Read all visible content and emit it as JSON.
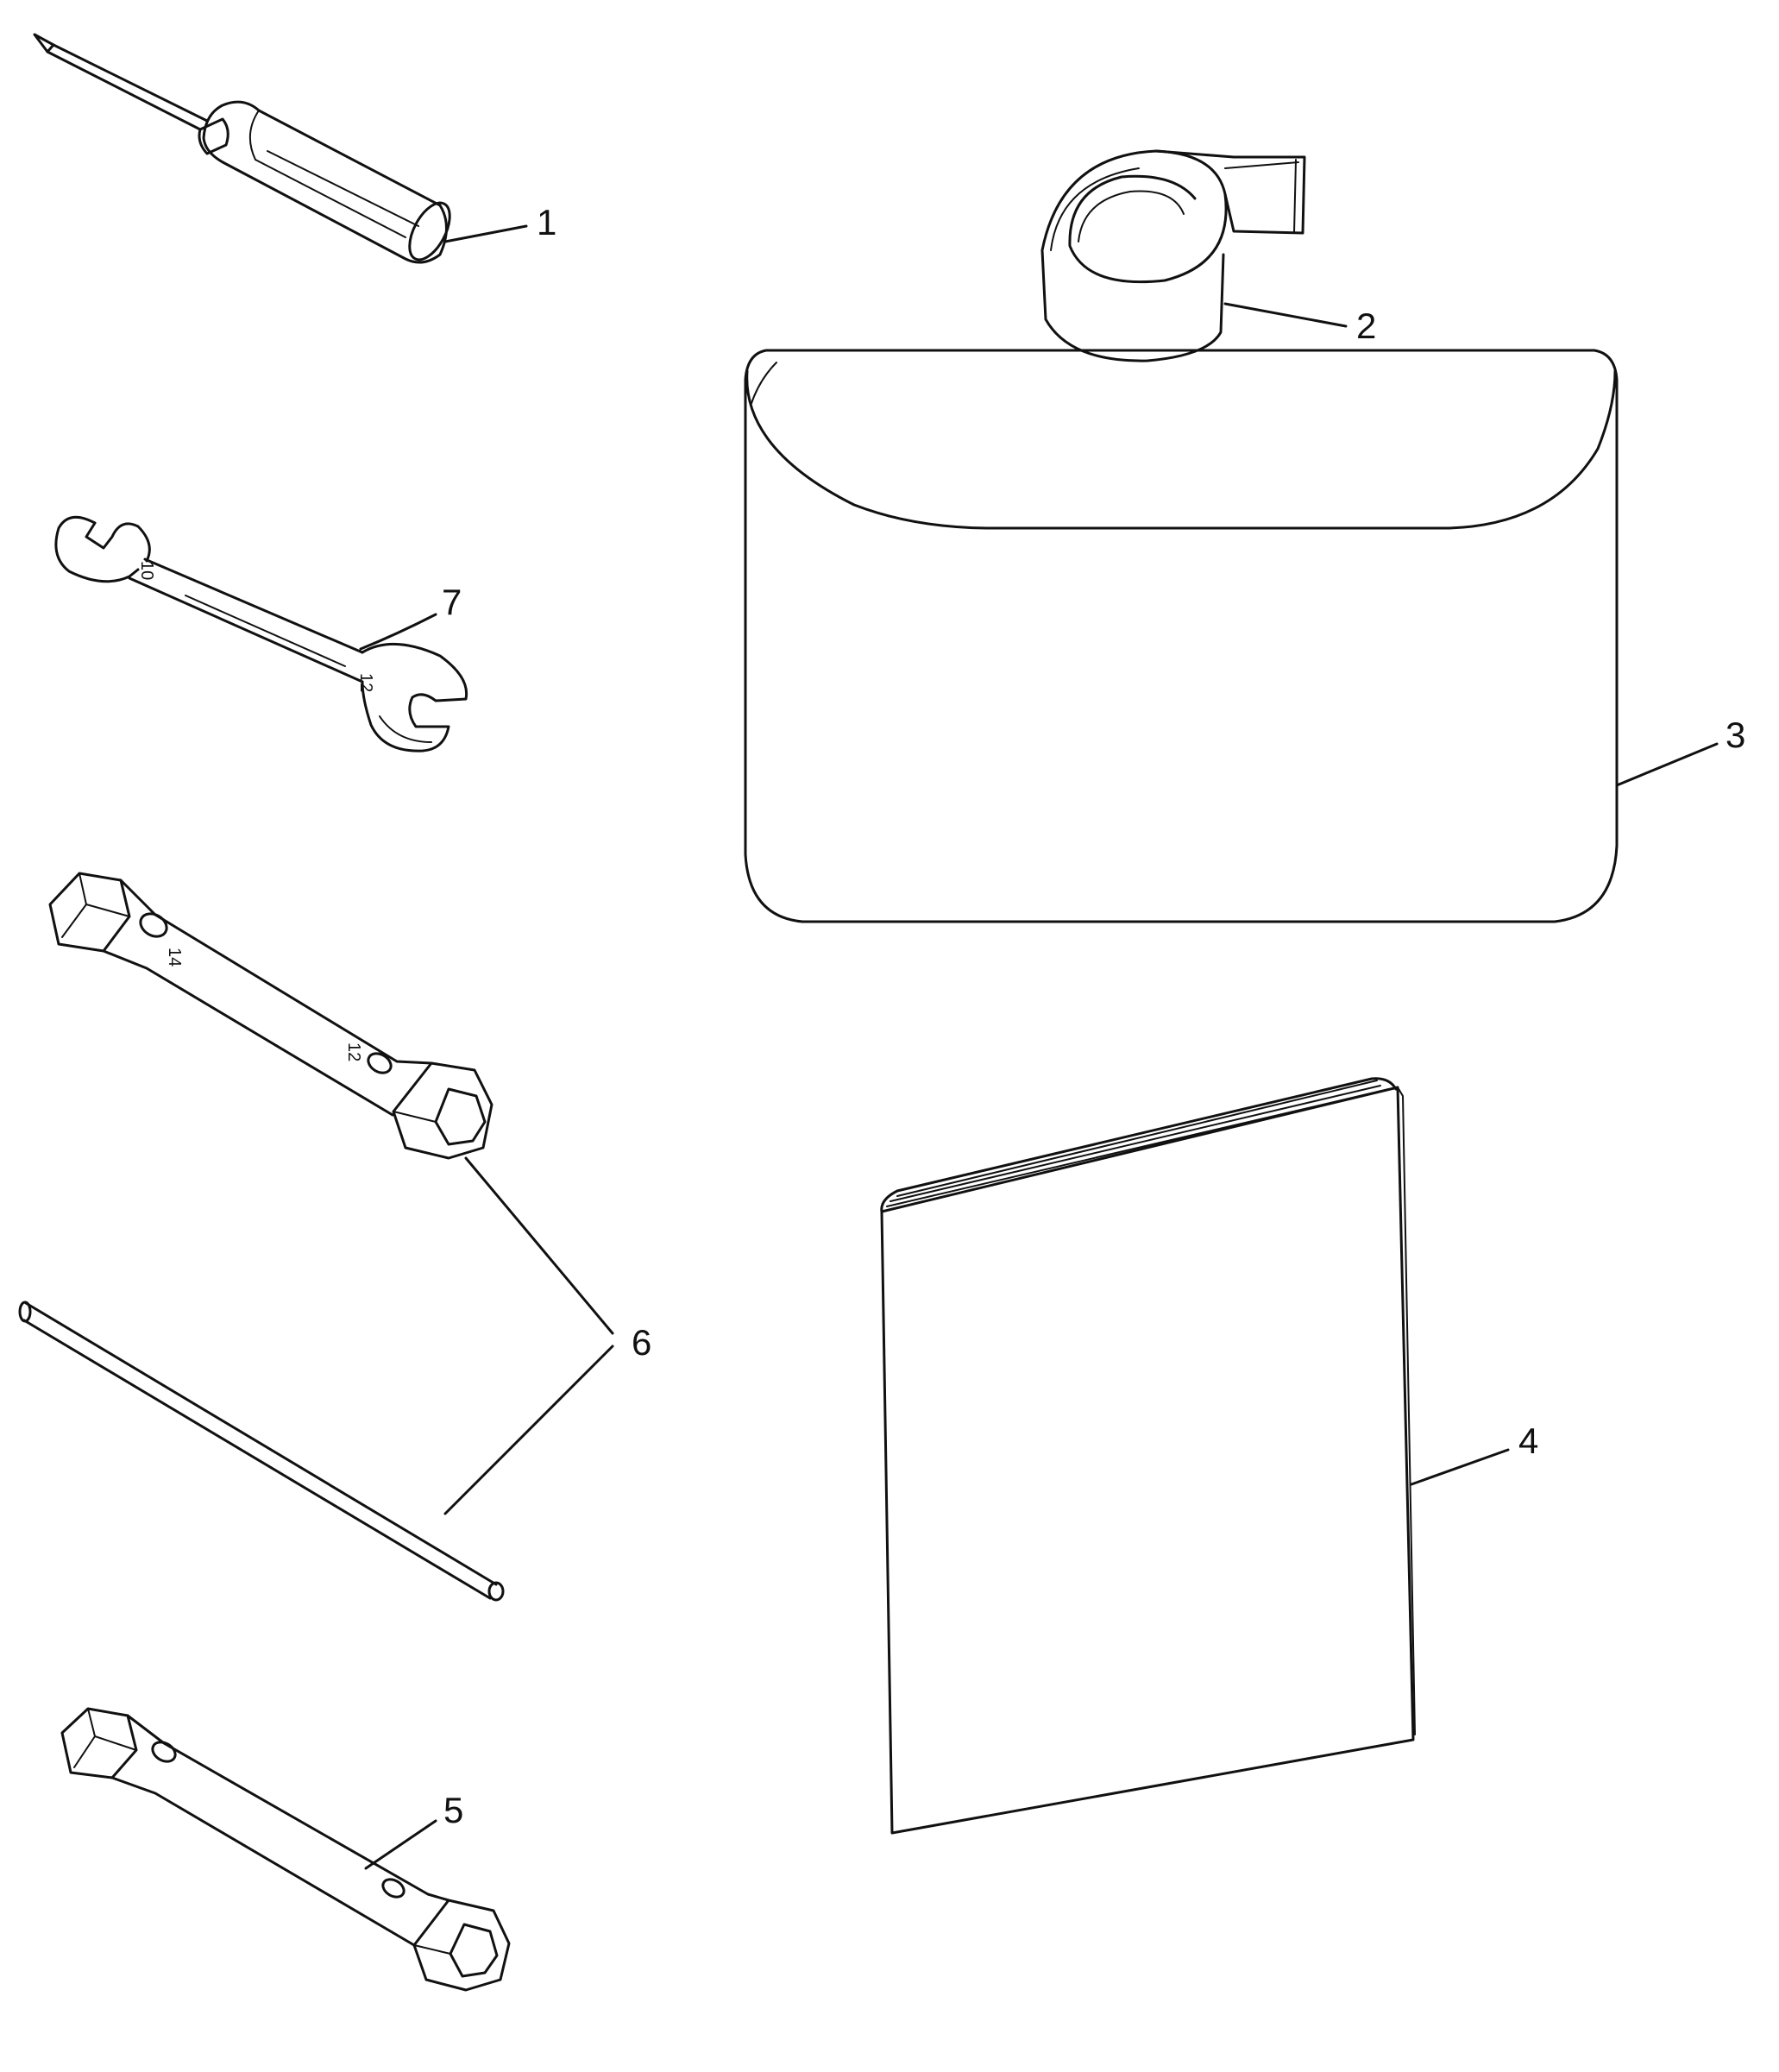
{
  "diagram": {
    "colors": {
      "line": "#111111",
      "background": "#ffffff"
    },
    "parts": [
      {
        "id": "screwdriver",
        "callout": "1"
      },
      {
        "id": "strap",
        "callout": "2"
      },
      {
        "id": "tool-bag",
        "callout": "3"
      },
      {
        "id": "owners-manual",
        "callout": "4"
      },
      {
        "id": "box-wrench-small",
        "callout": "5"
      },
      {
        "id": "box-wrench-and-bar",
        "callout": "6"
      },
      {
        "id": "open-end-wrench",
        "callout": "7"
      }
    ],
    "tool_markings": {
      "open_end_wrench_a": "10",
      "open_end_wrench_b": "12",
      "box_wrench_a": "14",
      "box_wrench_b": "12"
    }
  }
}
